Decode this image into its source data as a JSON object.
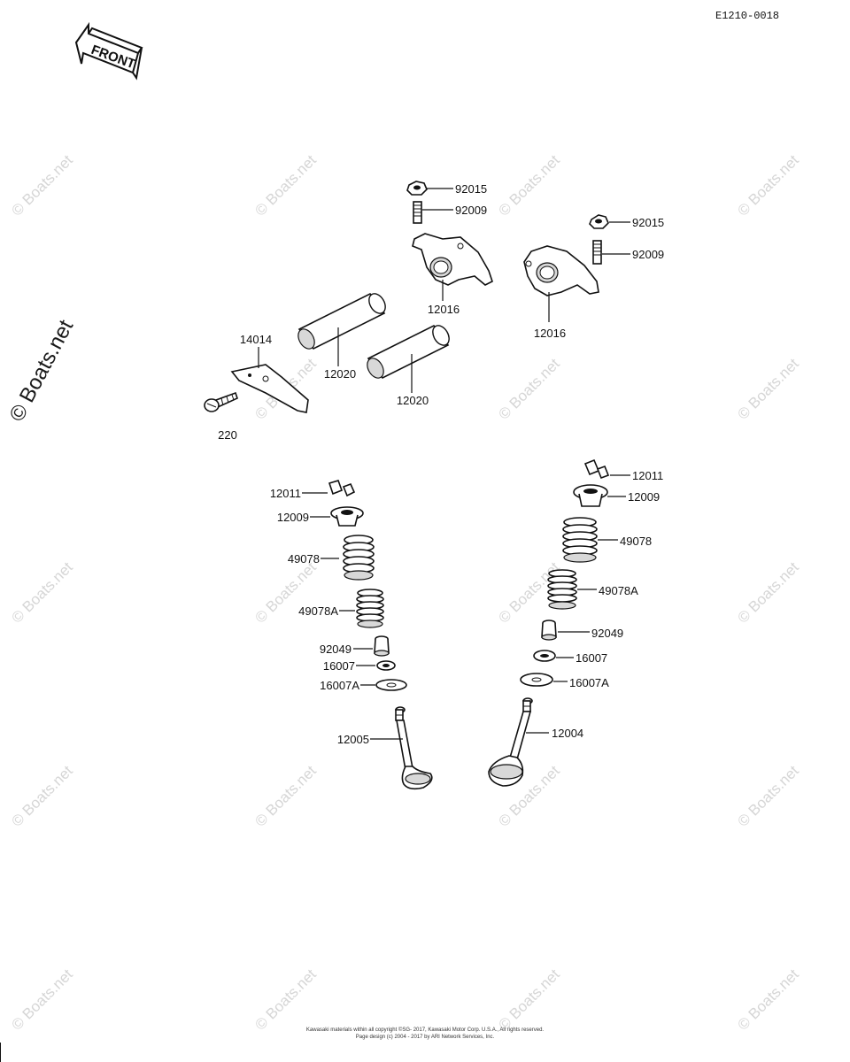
{
  "document_id": "E1210-0018",
  "front_label": "FRONT",
  "watermark_text": "© Boats.net",
  "footer": {
    "line1": "Kawasaki materials within all copyright ©SG- 2017, Kawasaki Motor Corp. U.S.A., All rights reserved.",
    "line2": "Page design (c) 2004 - 2017 by ARI Network Services, Inc."
  },
  "parts": {
    "nut_left": "92015",
    "stud_left": "92009",
    "nut_right": "92015",
    "stud_right": "92009",
    "rocker_arm_left": "12016",
    "rocker_arm_right": "12016",
    "rocker_shaft_left": "12020",
    "rocker_shaft_right": "12020",
    "plate": "14014",
    "bolt": "220",
    "keeper_left": "12011",
    "retainer_left": "12009",
    "spring_outer_left": "49078",
    "spring_inner_left": "49078A",
    "seal_left": "92049",
    "seat_left": "16007",
    "washer_left": "16007A",
    "valve_exhaust": "12005",
    "keeper_right": "12011",
    "retainer_right": "12009",
    "spring_outer_right": "49078",
    "spring_inner_right": "49078A",
    "seal_right": "92049",
    "seat_right": "16007",
    "washer_right": "16007A",
    "valve_intake": "12004"
  },
  "colors": {
    "ink": "#111111",
    "watermark": "#d6d6d6"
  }
}
